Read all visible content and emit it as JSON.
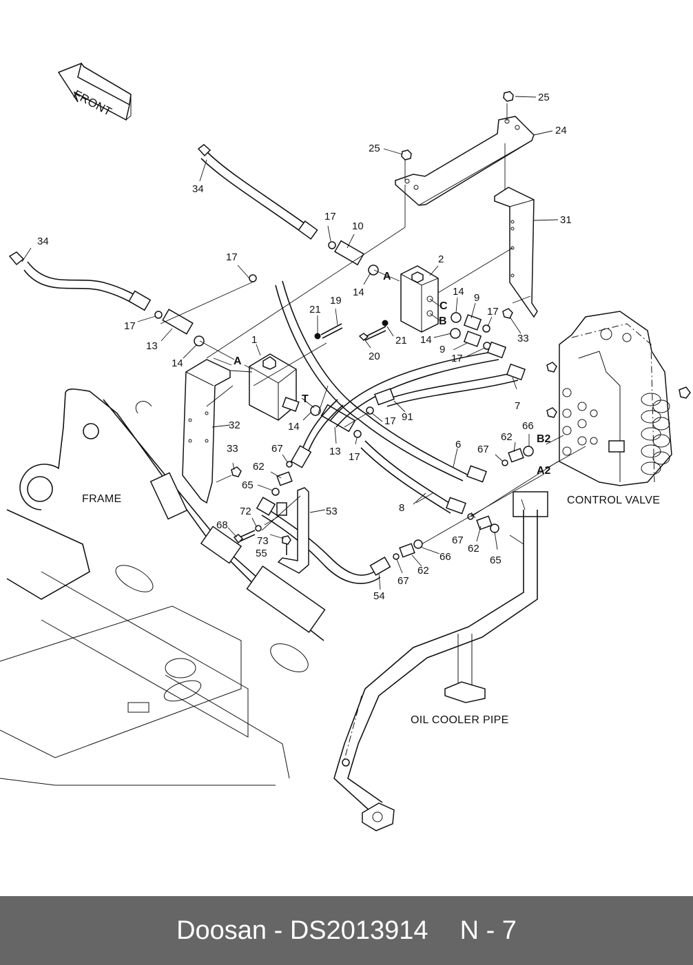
{
  "footer": {
    "brand_part": "Doosan - DS2013914",
    "page": "N - 7"
  },
  "labels": {
    "front": "FRONT",
    "frame": "FRAME",
    "control_valve": "CONTROL VALVE",
    "oil_cooler_pipe": "OIL COOLER PIPE"
  },
  "ports": {
    "a_top": "A",
    "a_left": "A",
    "c": "C",
    "b": "B",
    "t": "T",
    "b2": "B2",
    "a2": "A2"
  },
  "callouts": [
    "25",
    "24",
    "25",
    "34",
    "17",
    "10",
    "31",
    "34",
    "17",
    "2",
    "14",
    "14",
    "9",
    "17",
    "19",
    "21",
    "21",
    "20",
    "17",
    "13",
    "14",
    "9",
    "14",
    "33",
    "17",
    "1",
    "7",
    "91",
    "14",
    "17",
    "32",
    "13",
    "17",
    "6",
    "33",
    "67",
    "62",
    "66",
    "62",
    "67",
    "65",
    "53",
    "72",
    "68",
    "73",
    "55",
    "8",
    "67",
    "62",
    "65",
    "66",
    "67",
    "62",
    "54"
  ]
}
